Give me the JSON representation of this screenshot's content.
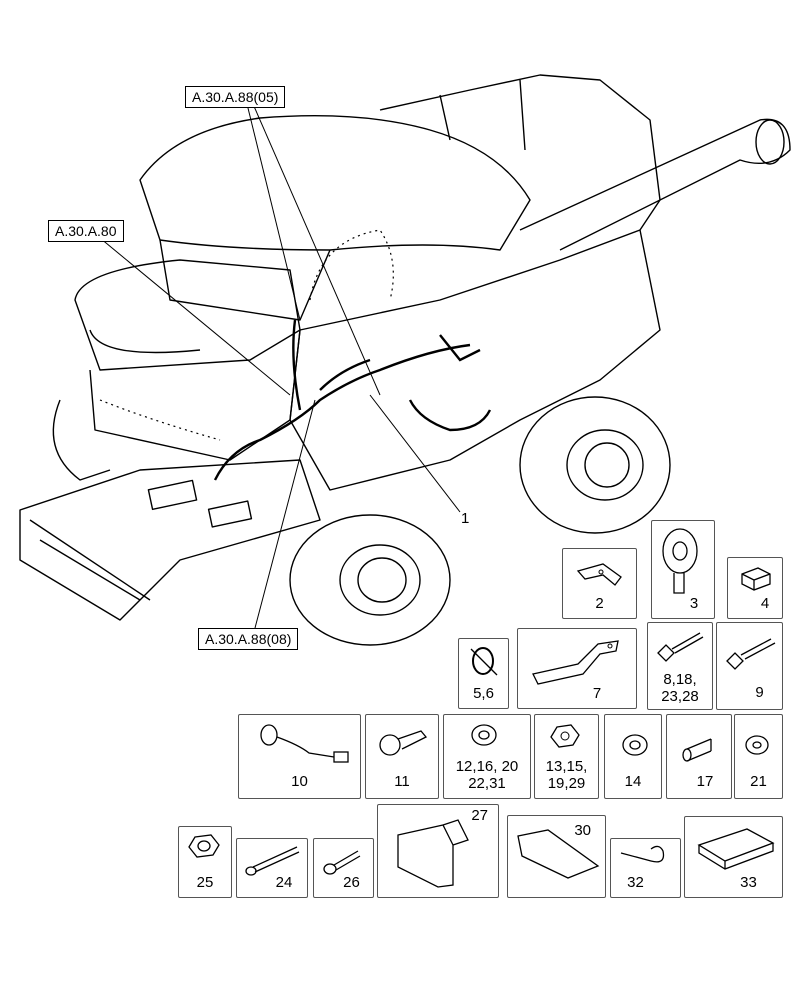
{
  "references": {
    "ref_a88_05": "A.30.A.88(05)",
    "ref_a80": "A.30.A.80",
    "ref_a88_08": "A.30.A.88(08)"
  },
  "callout_main": "1",
  "parts": {
    "p2": "2",
    "p3": "3",
    "p4": "4",
    "p5_6": "5,6",
    "p7": "7",
    "p8_18_23_28": "8,18,\n23,28",
    "p9": "9",
    "p10": "10",
    "p11": "11",
    "p12_16_20_22_31": "12,16, 20\n22,31",
    "p13_15_19_29": "13,15,\n19,29",
    "p14": "14",
    "p17": "17",
    "p21": "21",
    "p25": "25",
    "p24": "24",
    "p26": "26",
    "p27": "27",
    "p30": "30",
    "p32": "32",
    "p33": "33"
  }
}
